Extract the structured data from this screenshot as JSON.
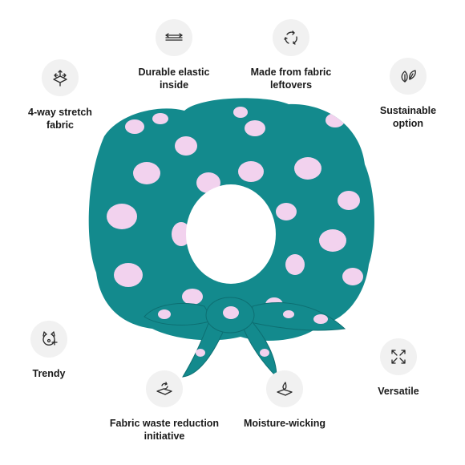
{
  "features": [
    {
      "id": "four-way-stretch",
      "icon": "stretch-arrows-icon",
      "label": "4-way stretch\nfabric"
    },
    {
      "id": "durable-elastic",
      "icon": "elastic-band-icon",
      "label": "Durable elastic\ninside"
    },
    {
      "id": "fabric-leftovers",
      "icon": "recycle-icon",
      "label": "Made from fabric\nleftovers"
    },
    {
      "id": "sustainable",
      "icon": "leaves-icon",
      "label": "Sustainable\noption"
    },
    {
      "id": "trendy",
      "icon": "cat-sparkle-icon",
      "label": "Trendy"
    },
    {
      "id": "waste-reduction",
      "icon": "recycle-fabric-icon",
      "label": "Fabric waste reduction\ninitiative"
    },
    {
      "id": "moisture-wicking",
      "icon": "water-drop-icon",
      "label": "Moisture-wicking"
    },
    {
      "id": "versatile",
      "icon": "expand-arrows-icon",
      "label": "Versatile"
    }
  ],
  "product": {
    "fabric_color": "#138a8d",
    "dot_color": "#f2d2ee"
  }
}
